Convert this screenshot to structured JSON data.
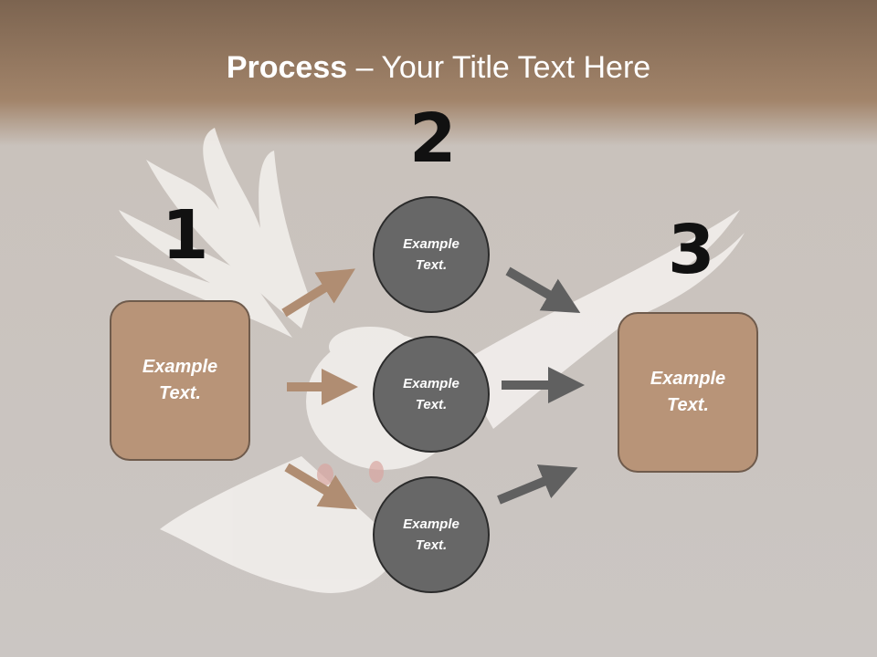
{
  "slide": {
    "title_bold": "Process",
    "title_rest": " – Your Title Text Here",
    "numbers": [
      "1",
      "2",
      "3"
    ],
    "left_box_text": [
      "Example",
      "Text."
    ],
    "right_box_text": [
      "Example",
      "Text."
    ],
    "circles": [
      {
        "line1": "Example",
        "line2": "Text."
      },
      {
        "line1": "Example",
        "line2": "Text."
      },
      {
        "line1": "Example",
        "line2": "Text."
      }
    ]
  },
  "colors": {
    "header_brown": "#7c6450",
    "box_fill": "#b89478",
    "circle_fill": "#676767",
    "arrow_tan": "#b08d72",
    "arrow_gray": "#606060"
  },
  "background_image": "white-dove-flying"
}
